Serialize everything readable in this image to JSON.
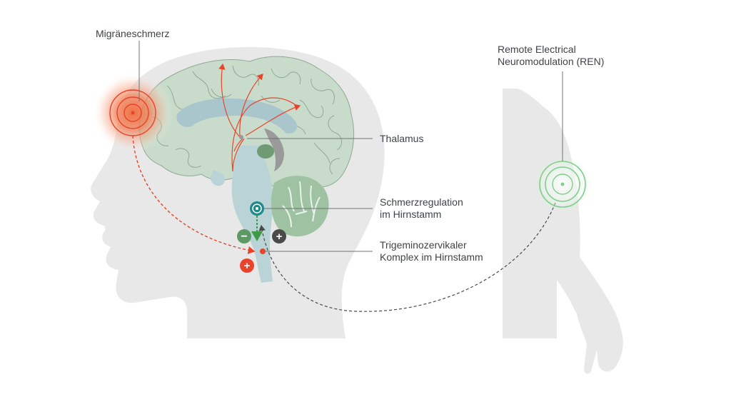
{
  "labels": {
    "migraine_pain": "Migräneschmerz",
    "ren": [
      "Remote Electrical",
      "Neuromodulation (REN)"
    ],
    "thalamus": "Thalamus",
    "pain_regulation": [
      "Schmerzregulation",
      "im Hirnstamm"
    ],
    "trigeminocervical": [
      "Trigeminozervikaler",
      "Komplex im Hirnstamm"
    ]
  },
  "badges": {
    "minus": "−",
    "plus_dark": "+",
    "plus_red": "+"
  },
  "colors": {
    "silhouette": "#e8e8e8",
    "brain": "#c9dccb",
    "brain_outline": "#8fa894",
    "brainstem": "#b9d3d6",
    "ventricle": "#a9c6cc",
    "thalamus_green": "#6f9a74",
    "cerebellum": "#9fc2a3",
    "pain_red": "#e8442b",
    "teal": "#1f8a8a",
    "green_badge": "#5b9a62",
    "dark_badge": "#4a4a4a",
    "ren_green": "#7fcf8a",
    "leader_line": "#6f7377",
    "dashed_gray": "#4a4a4a"
  }
}
